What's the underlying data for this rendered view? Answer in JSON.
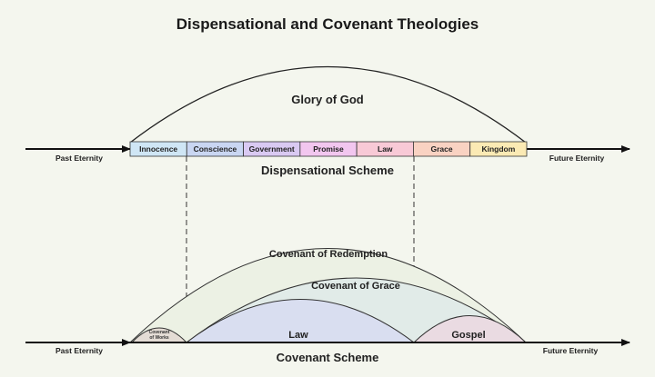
{
  "title": "Dispensational and Covenant Theologies",
  "top": {
    "arch_label": "Glory of God",
    "left_label": "Past Eternity",
    "right_label": "Future Eternity",
    "scheme_label": "Dispensational Scheme",
    "dispensations": [
      {
        "label": "Innocence",
        "color": "#cfe6f5"
      },
      {
        "label": "Conscience",
        "color": "#c9d6f2"
      },
      {
        "label": "Government",
        "color": "#d9c9f2"
      },
      {
        "label": "Promise",
        "color": "#f2c6ef"
      },
      {
        "label": "Law",
        "color": "#f8c9d6"
      },
      {
        "label": "Grace",
        "color": "#f9d2c2"
      },
      {
        "label": "Kingdom",
        "color": "#fbeab4"
      }
    ]
  },
  "bottom": {
    "left_label": "Past Eternity",
    "right_label": "Future Eternity",
    "scheme_label": "Covenant Scheme",
    "covenant_redemption": "Covenant of Redemption",
    "covenant_grace": "Covenant of Grace",
    "covenant_works_line1": "Covenant",
    "covenant_works_line2": "of Works",
    "law": "Law",
    "gospel": "Gospel",
    "colors": {
      "redemption": "#ecf1e4",
      "grace": "#e1ebe8",
      "law": "#d9def0",
      "gospel": "#eadbe2",
      "works": "#e4dcd5"
    }
  }
}
